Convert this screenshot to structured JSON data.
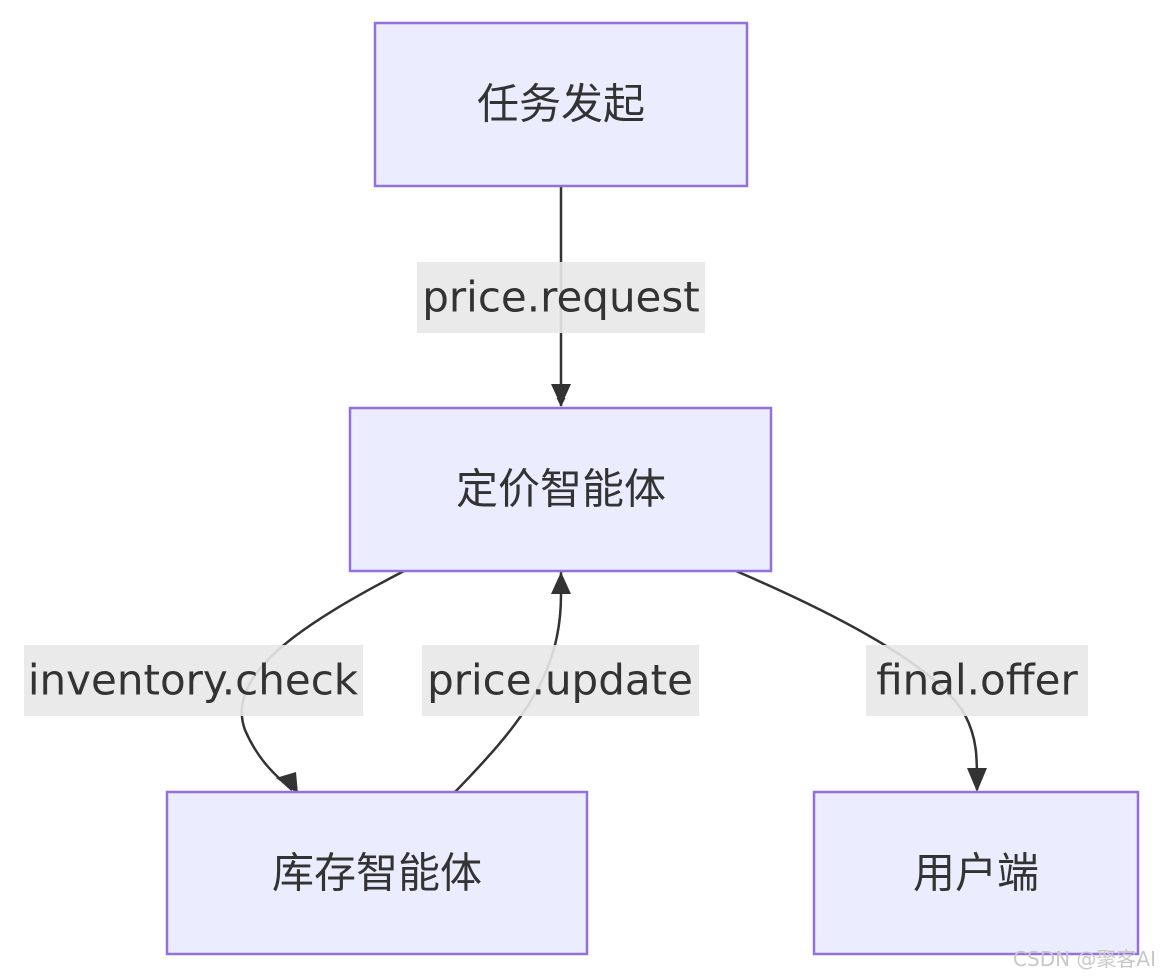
{
  "nodes": {
    "start": "任务发起",
    "pricing_agent": "定价智能体",
    "inventory_agent": "库存智能体",
    "client": "用户端"
  },
  "edges": {
    "price_request": "price.request",
    "inventory_check": "inventory.check",
    "price_update": "price.update",
    "final_offer": "final.offer"
  },
  "colors": {
    "node_fill": "#ececff",
    "node_stroke": "#9370db",
    "edge": "#333333",
    "label_bg": "#e8e8e8",
    "text": "#333333"
  },
  "watermark": "CSDN @聚客AI"
}
